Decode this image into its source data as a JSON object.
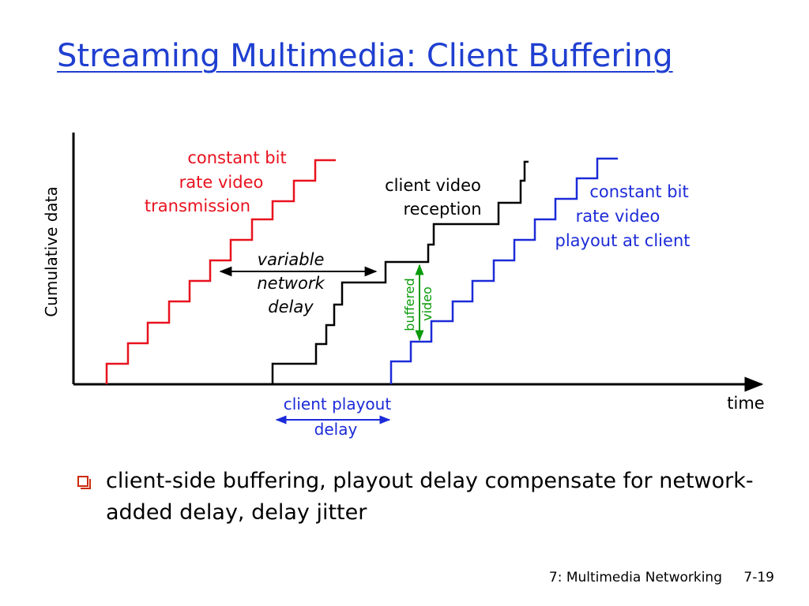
{
  "slide": {
    "title": "Streaming Multimedia:  Client Buffering",
    "footer": {
      "chapter": "7: Multimedia Networking",
      "page": "7-19"
    },
    "bullet": "client-side buffering, playout delay compensate for network-added delay, delay jitter",
    "colors": {
      "title": "#1f3fd0",
      "bullet": "#cc2b0a"
    }
  },
  "diagram": {
    "axis_labels": {
      "y": "Cumulative data",
      "x": "time"
    },
    "labels": {
      "transmission": [
        "constant bit",
        "rate video",
        "transmission"
      ],
      "reception": [
        "client video",
        "reception"
      ],
      "playout": [
        "constant bit",
        "rate video",
        "playout at client"
      ],
      "network_delay": [
        "variable",
        "network",
        "delay"
      ],
      "buffered": [
        "buffered",
        "video"
      ],
      "playout_delay": [
        "client playout",
        "delay"
      ]
    },
    "colors": {
      "transmission": "#e8121e",
      "reception": "#000000",
      "playout": "#1c2bd8",
      "buffered": "#0a9a0a",
      "playout_delay_label": "#1c2bd8",
      "axes": "#000000"
    }
  }
}
